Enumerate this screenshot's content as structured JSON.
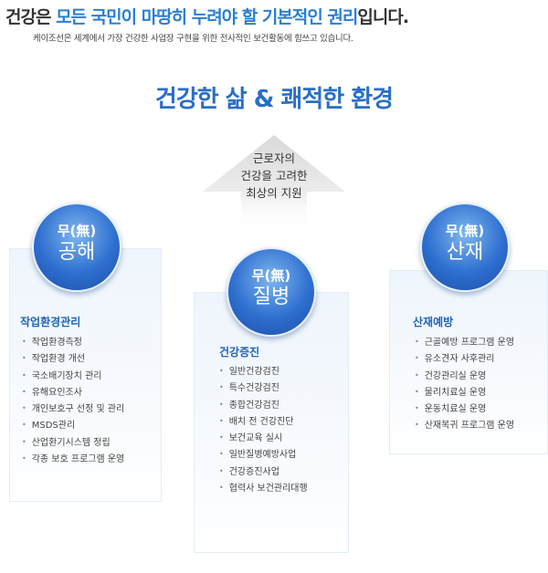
{
  "header": {
    "headline_pre": "건강은 ",
    "headline_highlight": "모든 국민이 마땅히 누려야 할 기본적인 권리",
    "headline_post": "입니다.",
    "subtitle": "케이조선은 세계에서 가장 건강한 사업장 구현을 위한 전사적인 보건활동에 힘쓰고 있습니다."
  },
  "main_title": "건강한 삶 & 쾌적한 환경",
  "arrow_text": [
    "근로자의",
    "건강을 고려한",
    "최상의 지원"
  ],
  "circles": {
    "left": {
      "top": "무(無)",
      "main": "공해"
    },
    "mid": {
      "top": "무(無)",
      "main": "질병"
    },
    "right": {
      "top": "무(無)",
      "main": "산재"
    }
  },
  "panels": {
    "left": {
      "title": "작업환경관리",
      "items": [
        "작업환경측정",
        "작업환경 개선",
        "국소배기장치 관리",
        "유해요인조사",
        "개인보호구 선정 및 관리",
        "MSDS관리",
        "산업환기시스템 정립",
        "각종 보호 프로그램 운영"
      ]
    },
    "mid": {
      "title": "건강증진",
      "items": [
        "일반건강검진",
        "특수건강검진",
        "종합건강검진",
        "배치 전 건강진단",
        "보건교육 실시",
        "일반질병예방사업",
        "건강증진사업",
        "협력사 보건관리대행"
      ]
    },
    "right": {
      "title": "산재예방",
      "items": [
        "근골예방 프로그램 운영",
        "유소견자 사후관리",
        "건강관리실 운영",
        "물리치료실 운영",
        "운동치료실 운영",
        "산재복귀 프로그램 운영"
      ]
    }
  },
  "colors": {
    "accent": "#2a7fd0",
    "circle": "#2e6fd0",
    "title_blue": "#2a6ec8"
  }
}
